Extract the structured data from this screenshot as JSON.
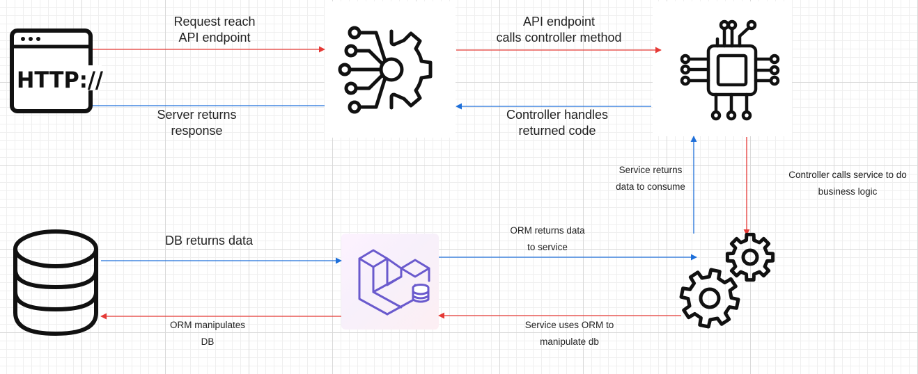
{
  "colors": {
    "request_arrow": "#e53935",
    "response_arrow": "#1e6fd9",
    "icon_stroke": "#111111",
    "laravel_accent": "#6a5acd"
  },
  "nodes": {
    "client": {
      "icon": "browser-http-icon",
      "text": "HTTP://"
    },
    "api_endpoint": {
      "icon": "api-gear-circuit-icon"
    },
    "controller": {
      "icon": "cpu-chip-icon"
    },
    "service": {
      "icon": "gears-icon"
    },
    "orm": {
      "icon": "laravel-database-icon"
    },
    "database": {
      "icon": "database-cylinder-icon"
    }
  },
  "edges": {
    "request_reach": [
      "Request reach",
      "API endpoint"
    ],
    "api_calls_controller": [
      "API endpoint",
      "calls controller method"
    ],
    "server_returns": [
      "Server returns",
      "response"
    ],
    "controller_handles": [
      "Controller handles",
      "returned code"
    ],
    "service_returns": [
      "Service returns",
      "data to consume"
    ],
    "controller_calls_service": [
      "Controller calls service to do",
      "business logic"
    ],
    "db_returns": [
      "DB returns data"
    ],
    "orm_returns": [
      "ORM returns data",
      "to service"
    ],
    "orm_manipulates": [
      "ORM manipulates",
      "DB"
    ],
    "service_uses_orm": [
      "Service uses ORM to",
      "manipulate db"
    ]
  }
}
